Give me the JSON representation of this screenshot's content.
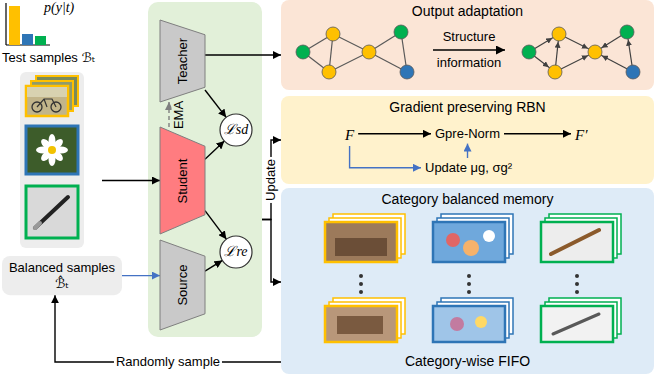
{
  "diagram": {
    "nodes": [
      {
        "text": [
          "Test samples ℬₜ"
        ]
      },
      {
        "text": [
          "Balanced samples ℬ̂ₜ"
        ]
      },
      {
        "text": []
      },
      {
        "text": [
          "Teacher"
        ],
        "in": 2
      },
      {
        "text": [
          "Student"
        ],
        "in": 2
      },
      {
        "text": [
          "Source"
        ],
        "in": 2
      },
      {
        "text": [
          "ℒsd"
        ],
        "in": 2
      },
      {
        "text": [
          "ℒre"
        ],
        "in": 2
      },
      {
        "text": [
          "Output adaptation",
          "Structure information"
        ]
      },
      {
        "text": [
          "Gradient preserving RBN"
        ]
      },
      {
        "text": [
          "F"
        ],
        "in": 9
      },
      {
        "text": [
          "Gpre-Norm"
        ],
        "in": 9
      },
      {
        "text": [
          "F′"
        ],
        "in": 9
      },
      {
        "text": [
          "Update μg, σg²"
        ],
        "in": 9
      },
      {
        "text": [
          "Category balanced memory",
          "Category-wise FIFO"
        ]
      }
    ],
    "edges": [
      {
        "from": 0,
        "to": 4,
        "arrow": "to"
      },
      {
        "from": 1,
        "to": 5,
        "arrow": "to"
      },
      {
        "from": 4,
        "to": 3,
        "label": "EMA",
        "arrow": "to"
      },
      {
        "from": 3,
        "to": 6,
        "arrow": "to"
      },
      {
        "from": 4,
        "to": 6,
        "arrow": "to"
      },
      {
        "from": 4,
        "to": 7,
        "arrow": "to"
      },
      {
        "from": 5,
        "to": 7,
        "arrow": "to"
      },
      {
        "from": 3,
        "to": 8,
        "arrow": "to"
      },
      {
        "from": 2,
        "to": 9,
        "label": "Update",
        "arrow": "to"
      },
      {
        "from": 2,
        "to": 14,
        "arrow": "to"
      },
      {
        "from": 14,
        "to": 1,
        "label": "Randomly sample",
        "arrow": "to"
      },
      {
        "from": 10,
        "to": 11,
        "arrow": "to"
      },
      {
        "from": 11,
        "to": 12,
        "arrow": "to"
      },
      {
        "from": 10,
        "to": 13,
        "arrow": "to"
      },
      {
        "from": 13,
        "to": 11,
        "arrow": "to"
      }
    ],
    "labels": [
      "p(y|t)"
    ]
  }
}
